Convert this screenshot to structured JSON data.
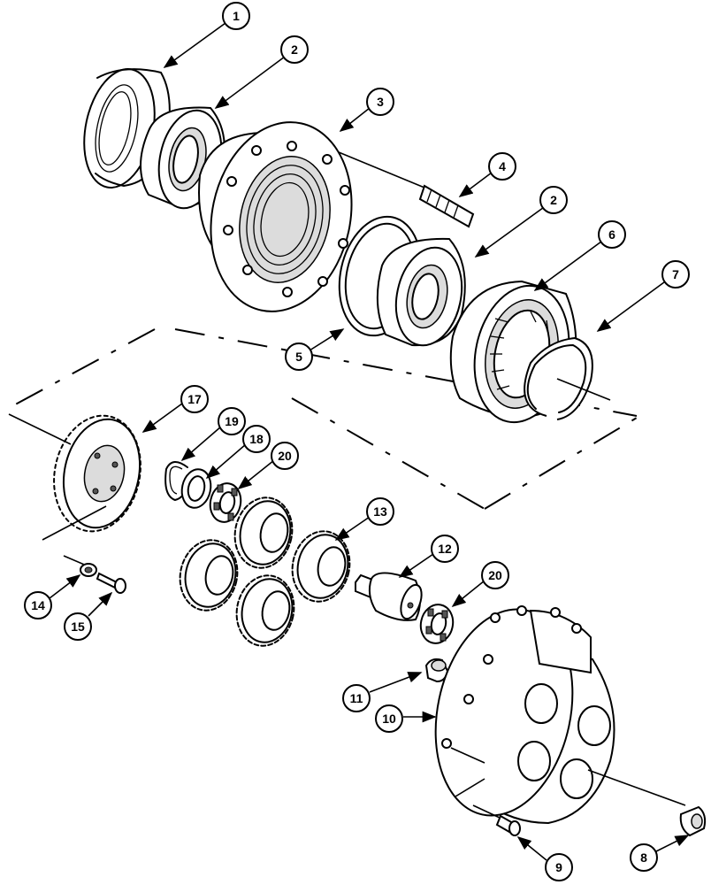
{
  "callouts": [
    {
      "id": "c1",
      "label": "1"
    },
    {
      "id": "c2a",
      "label": "2"
    },
    {
      "id": "c3",
      "label": "3"
    },
    {
      "id": "c4",
      "label": "4"
    },
    {
      "id": "c2b",
      "label": "2"
    },
    {
      "id": "c6",
      "label": "6"
    },
    {
      "id": "c7",
      "label": "7"
    },
    {
      "id": "c5",
      "label": "5"
    },
    {
      "id": "c17",
      "label": "17"
    },
    {
      "id": "c19",
      "label": "19"
    },
    {
      "id": "c18",
      "label": "18"
    },
    {
      "id": "c20a",
      "label": "20"
    },
    {
      "id": "c13",
      "label": "13"
    },
    {
      "id": "c12",
      "label": "12"
    },
    {
      "id": "c20b",
      "label": "20"
    },
    {
      "id": "c14",
      "label": "14"
    },
    {
      "id": "c15",
      "label": "15"
    },
    {
      "id": "c11",
      "label": "11"
    },
    {
      "id": "c10",
      "label": "10"
    },
    {
      "id": "c8",
      "label": "8"
    },
    {
      "id": "c9",
      "label": "9"
    }
  ]
}
